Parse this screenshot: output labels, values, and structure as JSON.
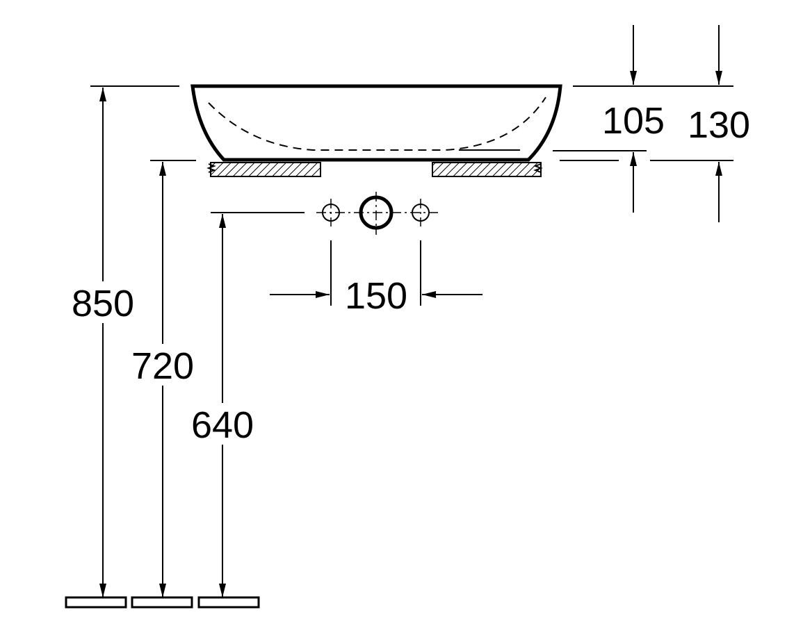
{
  "dimensions": {
    "total_height": "850",
    "basin_bottom_height": "720",
    "waste_height": "640",
    "tap_spacing": "150",
    "basin_inner_depth": "105",
    "basin_outer_height": "130"
  },
  "colors": {
    "stroke": "#000000",
    "background": "#ffffff"
  }
}
